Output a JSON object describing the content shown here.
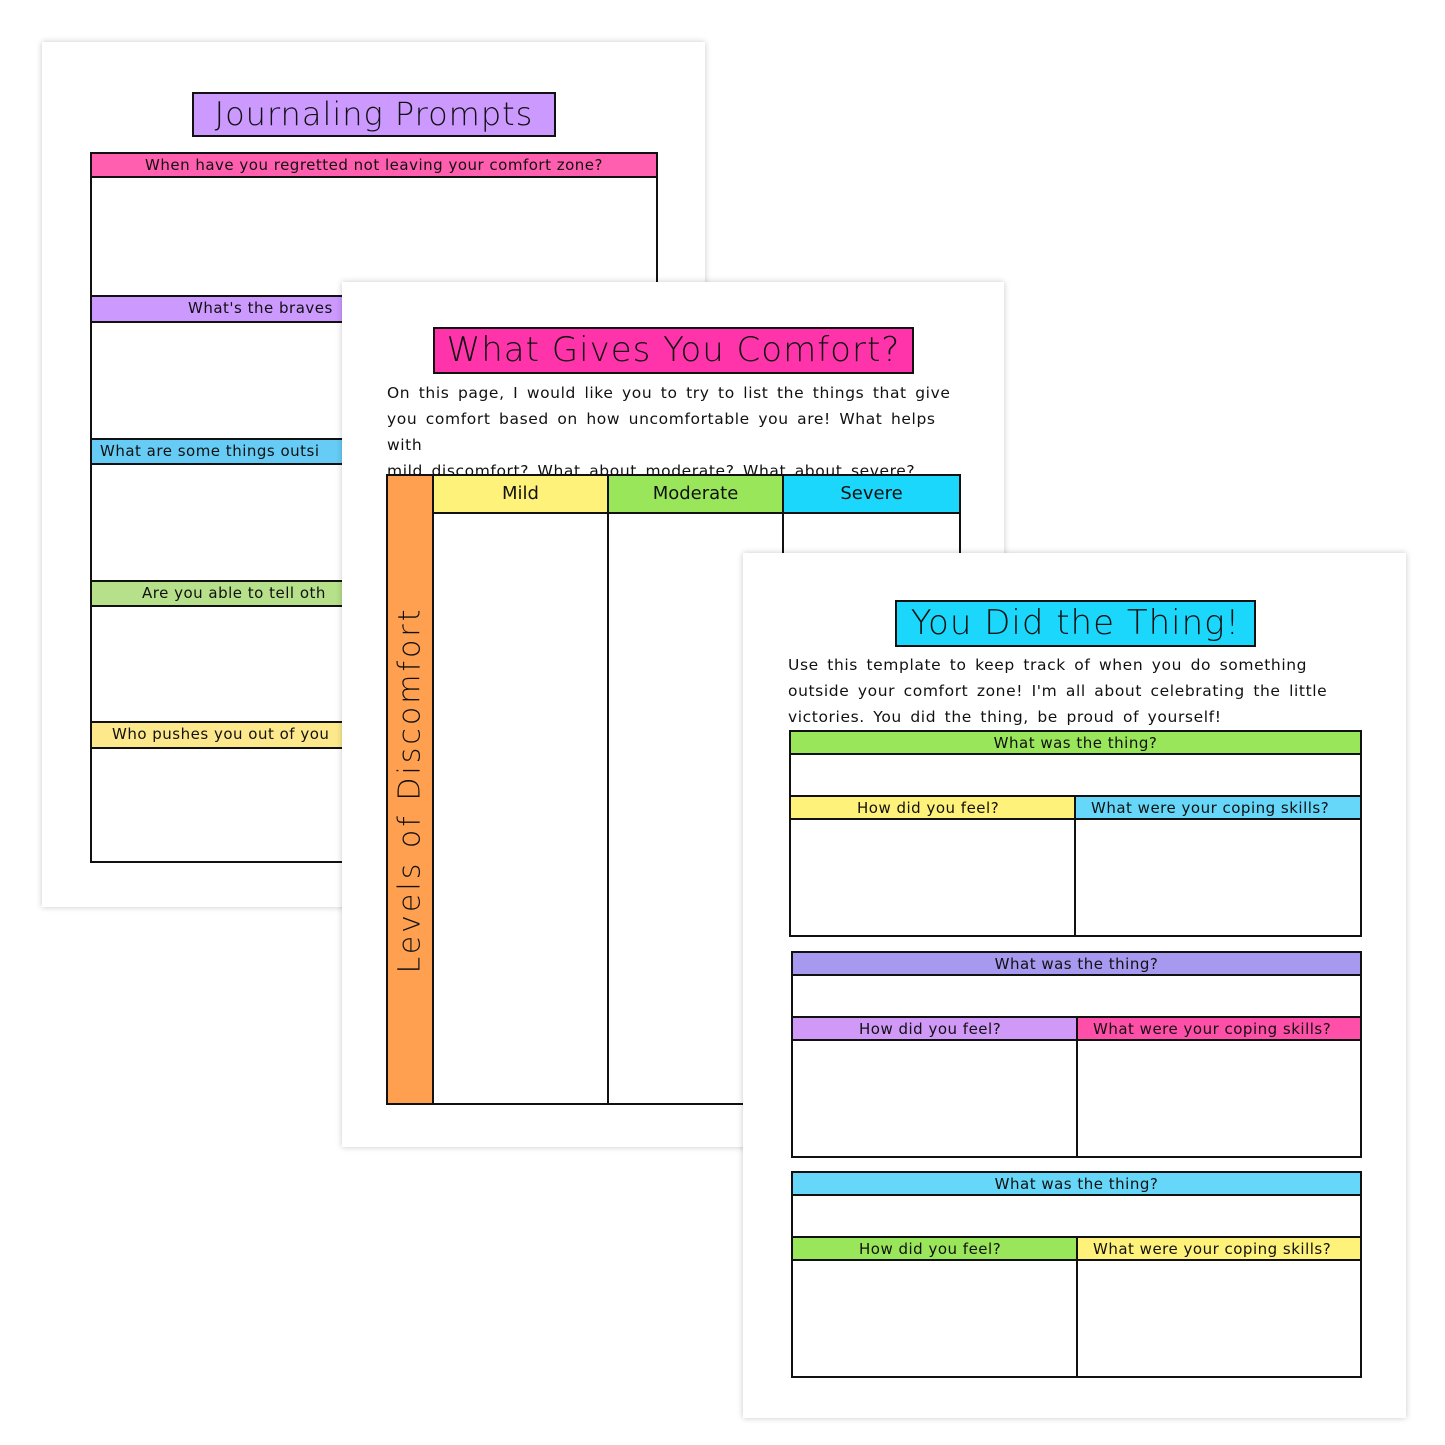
{
  "journaling": {
    "title": "Journaling Prompts",
    "prompts": [
      {
        "text": "When have you regretted not leaving your comfort zone?",
        "color": "#ff5fae"
      },
      {
        "text": "What's the braves",
        "color": "#cc99ff"
      },
      {
        "text": "What are some things outsi",
        "color": "#66ccf5"
      },
      {
        "text": "Are you able to tell oth",
        "color": "#b6e08a"
      },
      {
        "text": "Who pushes you out of you",
        "color": "#fde98c"
      }
    ]
  },
  "comfort": {
    "title": "What Gives You Comfort?",
    "paragraph": [
      "On this page, I would like you to try to list the things that give",
      "you comfort based on how uncomfortable you are! What helps with",
      "mild discomfort? What about moderate? What about severe?"
    ],
    "side_label": "Levels of Discomfort",
    "columns": [
      {
        "label": "Mild",
        "color": "#fff27a"
      },
      {
        "label": "Moderate",
        "color": "#99e65a"
      },
      {
        "label": "Severe",
        "color": "#1ad7fb"
      }
    ]
  },
  "thing": {
    "title": "You Did the Thing!",
    "paragraph": [
      "Use this template to keep track of when you do something",
      "outside your comfort zone! I'm all about celebrating the little",
      "victories. You did the thing, be proud of yourself!"
    ],
    "blocks": [
      {
        "header": "What was the thing?",
        "feel": "How did you feel?",
        "coping": "What were your coping skills?",
        "header_color": "#99e65a",
        "feel_color": "#fff27a",
        "coping_color": "#66d7f8"
      },
      {
        "header": "What was the thing?",
        "feel": "How did you feel?",
        "coping": "What were your coping skills?",
        "header_color": "#a899f0",
        "feel_color": "#d199f7",
        "coping_color": "#ff4fa8"
      },
      {
        "header": "What was the thing?",
        "feel": "How did you feel?",
        "coping": "What were your coping skills?",
        "header_color": "#66d7f8",
        "feel_color": "#99e65a",
        "coping_color": "#fff27a"
      }
    ]
  }
}
